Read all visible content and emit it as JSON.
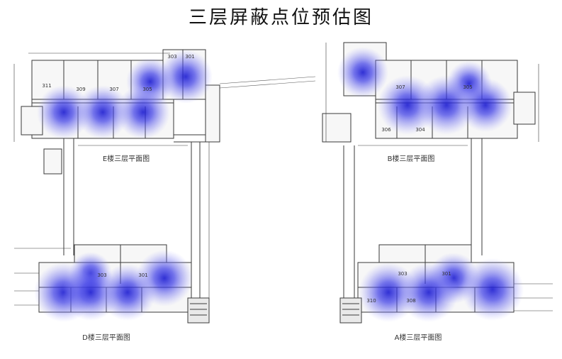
{
  "title": "三层屏蔽点位预估图",
  "colors": {
    "line": "#3a3a3a",
    "fill": "#f7f7f7",
    "signal": "#2a2ad8"
  },
  "buildings": {
    "E": {
      "name": "E楼三层平面图",
      "rooms": [
        "311",
        "309",
        "307",
        "305",
        "303",
        "301"
      ]
    },
    "B": {
      "name": "B楼三层平面图",
      "rooms": [
        "307",
        "305",
        "306",
        "304"
      ]
    },
    "D": {
      "name": "D楼三层平面图",
      "rooms": [
        "303",
        "301"
      ]
    },
    "A": {
      "name": "A楼三层平面图",
      "rooms": [
        "303",
        "301",
        "310",
        "308"
      ]
    }
  }
}
